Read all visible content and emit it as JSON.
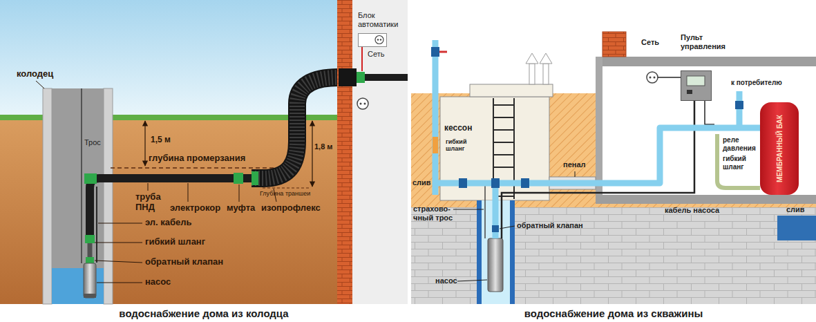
{
  "diagram": {
    "nodes": [
      {
        "text": [
          "Блок автоматики"
        ]
      },
      {
        "text": [
          "кессон"
        ]
      },
      {
        "text": [
          "Пульт управления"
        ]
      },
      {
        "text": [
          "МЕМБРАННЫЙ БАК"
        ]
      }
    ],
    "edges": [
      {
        "from": 1,
        "to": 3,
        "arrow": "none"
      }
    ],
    "labels": [
      "колодец",
      "Трос",
      "1,5 м",
      "глубина промерзания",
      "1,8 м",
      "Глубина траншеи",
      "Сеть",
      "труба ПНД",
      "электрокор",
      "муфта",
      "изопрофлекс",
      "эл. кабель",
      "гибкий шланг",
      "обратный клапан",
      "насос",
      "водоснабжение дома из колодца",
      "Сеть",
      "к потребителю",
      "гибкий шланг",
      "реле давления",
      "гибкий шланг",
      "пенал",
      "слив",
      "страхово- чный трос",
      "обратный клапан",
      "кабель насоса",
      "насос",
      "слив",
      "водоснабжение дома из скважины"
    ]
  }
}
